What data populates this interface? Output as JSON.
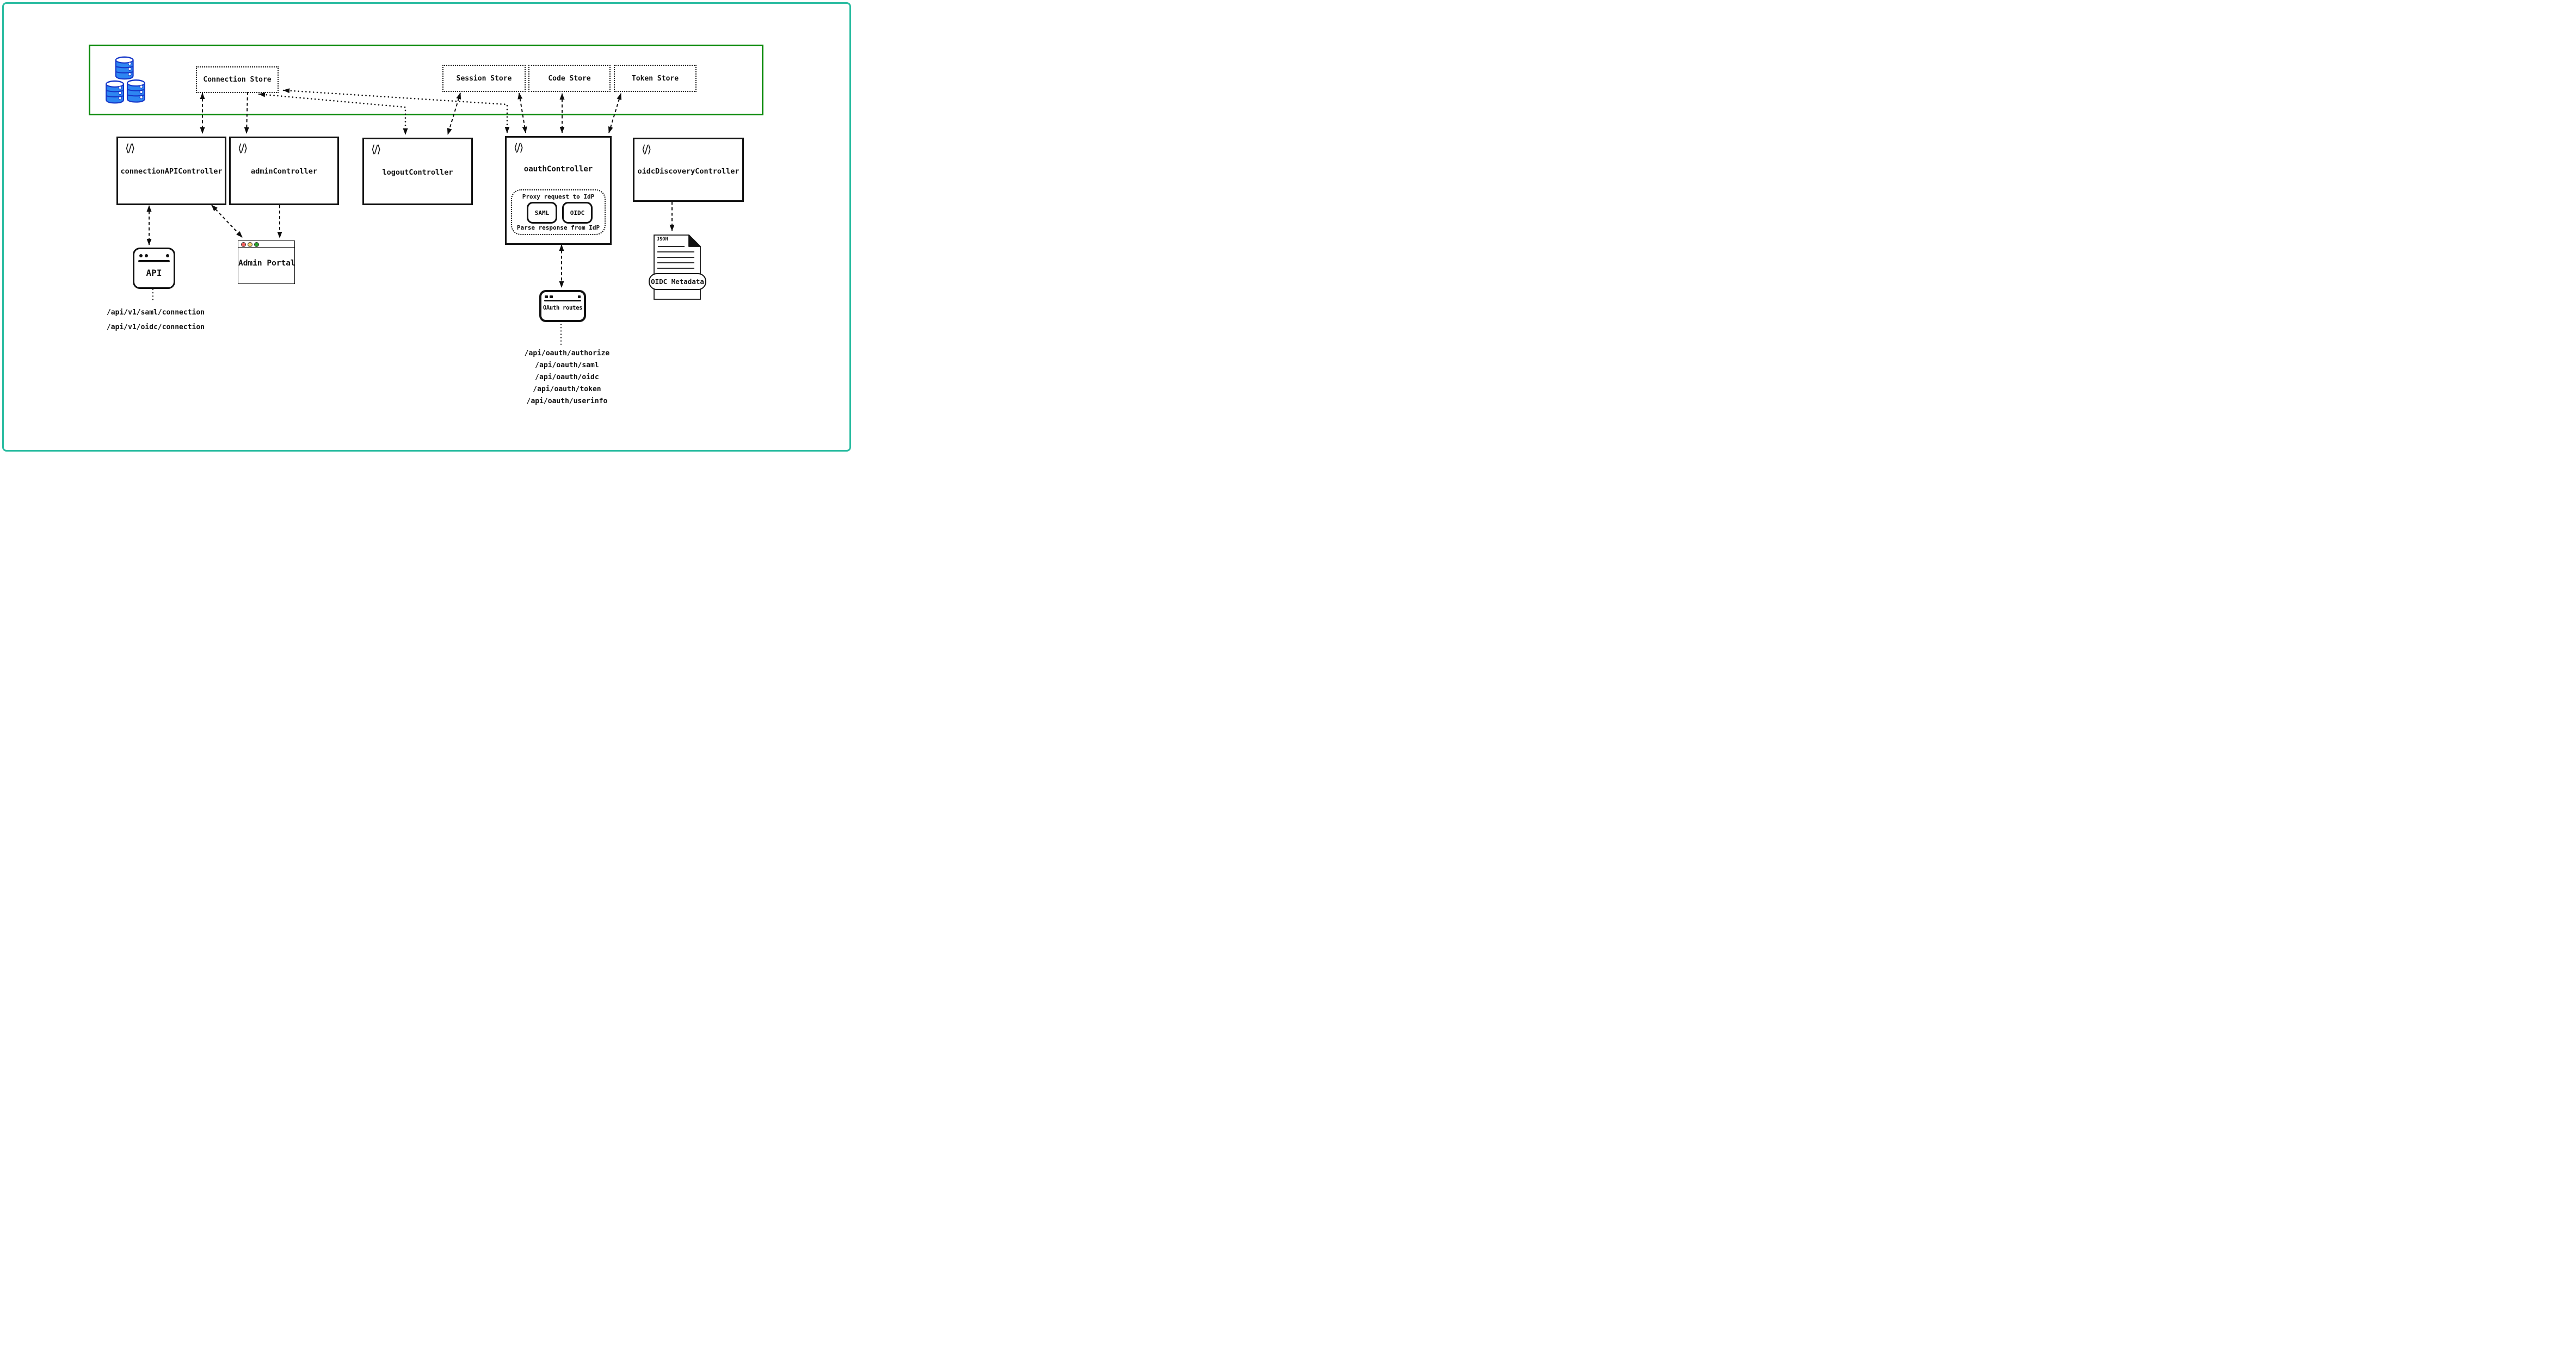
{
  "diagram": {
    "colors": {
      "outer_border": "#2abca1",
      "stores_band_border": "#0b8a0b",
      "db_fill": "#2e86f2",
      "db_stroke": "#1536c8",
      "traffic_red": "#f0625f",
      "traffic_yellow": "#f5cf6b",
      "traffic_green": "#27a22b"
    },
    "stores_band": {
      "database_icon": "database-cylinders-icon",
      "stores": [
        {
          "label": "Connection Store"
        },
        {
          "label": "Session Store"
        },
        {
          "label": "Code Store"
        },
        {
          "label": "Token Store"
        }
      ]
    },
    "controllers": [
      {
        "icon": "⟨/⟩",
        "label": "connectionAPIController"
      },
      {
        "icon": "⟨/⟩",
        "label": "adminController"
      },
      {
        "icon": "⟨/⟩",
        "label": "logoutController"
      },
      {
        "icon": "⟨/⟩",
        "label": "oauthController",
        "proxy_box": {
          "top_label": "Proxy request to IdP",
          "protocols": [
            "SAML",
            "OIDC"
          ],
          "bottom_label": "Parse response from IdP"
        }
      },
      {
        "icon": "⟨/⟩",
        "label": "oidcDiscoveryController"
      }
    ],
    "clients": {
      "api_window": {
        "label": "API"
      },
      "api_routes": [
        "/api/v1/saml/connection",
        "/api/v1/oidc/connection"
      ],
      "admin_portal_window": {
        "label": "Admin Portal"
      },
      "oauth_routes_window": {
        "label": "OAuth routes"
      },
      "oauth_routes": [
        "/api/oauth/authorize",
        "/api/oauth/saml",
        "/api/oauth/oidc",
        "/api/oauth/token",
        "/api/oauth/userinfo"
      ],
      "oidc_metadata_doc": {
        "file_type": "JSON",
        "label": "OIDC Metadata"
      }
    }
  }
}
